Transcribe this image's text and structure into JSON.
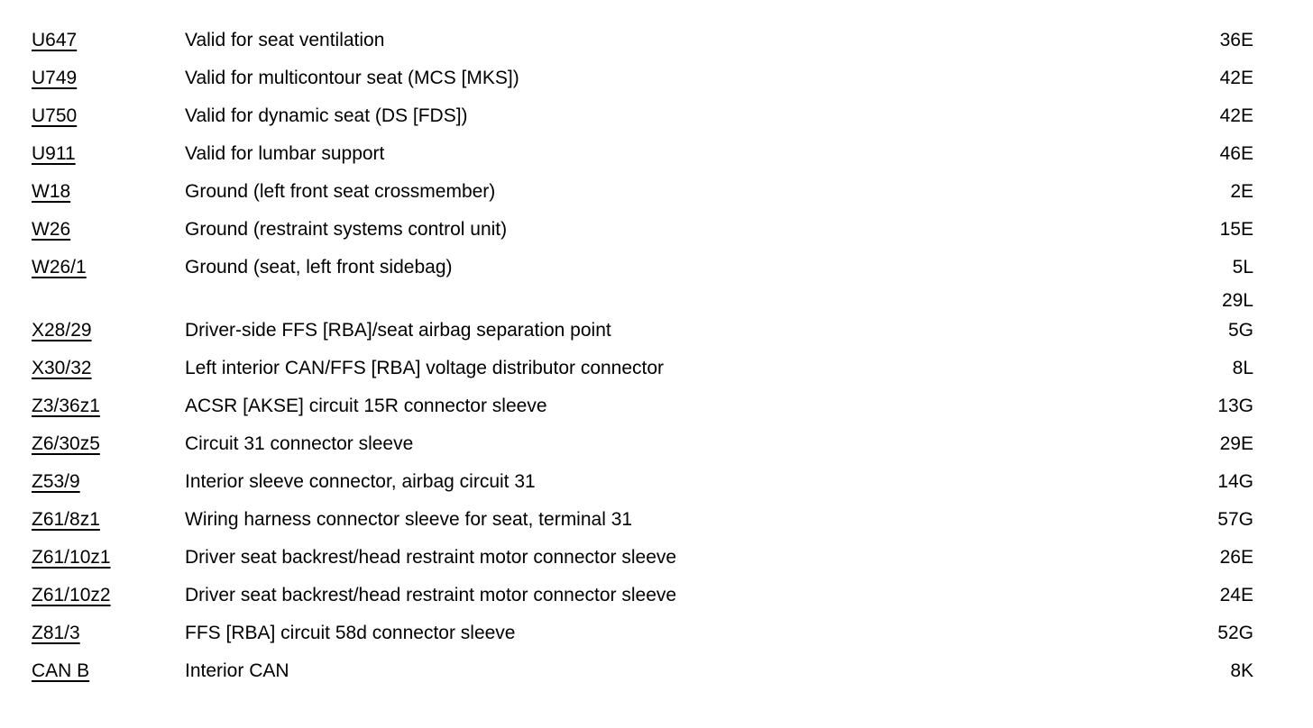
{
  "document": {
    "type": "wiring-diagram-legend",
    "columns": {
      "code": "Component code",
      "description": "Description",
      "reference": "Grid reference"
    }
  },
  "rows": [
    {
      "code": "U647",
      "description": "Valid for seat ventilation",
      "ref": "36E",
      "ref2": "",
      "gap_after": false
    },
    {
      "code": "U749",
      "description": "Valid for multicontour seat (MCS [MKS])",
      "ref": "42E",
      "ref2": "",
      "gap_after": false
    },
    {
      "code": "U750",
      "description": "Valid for dynamic seat (DS [FDS])",
      "ref": "42E",
      "ref2": "",
      "gap_after": false
    },
    {
      "code": "U911",
      "description": "Valid for lumbar support",
      "ref": "46E",
      "ref2": "",
      "gap_after": false
    },
    {
      "code": "W18",
      "description": "Ground (left front seat crossmember)",
      "ref": "2E",
      "ref2": "",
      "gap_after": false
    },
    {
      "code": "W26",
      "description": "Ground (restraint systems control unit)",
      "ref": "15E",
      "ref2": "",
      "gap_after": false
    },
    {
      "code": "W26/1",
      "description": "Ground (seat, left front sidebag)",
      "ref": "5L",
      "ref2": "29L",
      "gap_after": true
    },
    {
      "code": "X28/29",
      "description": "Driver-side FFS [RBA]/seat airbag separation point",
      "ref": "5G",
      "ref2": "",
      "gap_after": false
    },
    {
      "code": "X30/32",
      "description": "Left interior CAN/FFS [RBA] voltage distributor connector",
      "ref": "8L",
      "ref2": "",
      "gap_after": false
    },
    {
      "code": "Z3/36z1",
      "description": "ACSR [AKSE] circuit 15R connector sleeve",
      "ref": "13G",
      "ref2": "",
      "gap_after": false
    },
    {
      "code": "Z6/30z5",
      "description": "Circuit 31 connector sleeve",
      "ref": "29E",
      "ref2": "",
      "gap_after": false
    },
    {
      "code": "Z53/9",
      "description": "Interior sleeve connector, airbag circuit 31",
      "ref": "14G",
      "ref2": "",
      "gap_after": false
    },
    {
      "code": "Z61/8z1",
      "description": "Wiring harness connector sleeve for seat, terminal 31",
      "ref": "57G",
      "ref2": "",
      "gap_after": false
    },
    {
      "code": "Z61/10z1",
      "description": "Driver seat backrest/head restraint motor connector sleeve",
      "ref": "26E",
      "ref2": "",
      "gap_after": false
    },
    {
      "code": "Z61/10z2",
      "description": "Driver seat backrest/head restraint motor connector sleeve",
      "ref": "24E",
      "ref2": "",
      "gap_after": false
    },
    {
      "code": "Z81/3",
      "description": "FFS [RBA] circuit 58d connector sleeve",
      "ref": "52G",
      "ref2": "",
      "gap_after": false
    },
    {
      "code": "CAN B",
      "description": "Interior CAN",
      "ref": "8K",
      "ref2": "",
      "gap_after": false
    }
  ]
}
